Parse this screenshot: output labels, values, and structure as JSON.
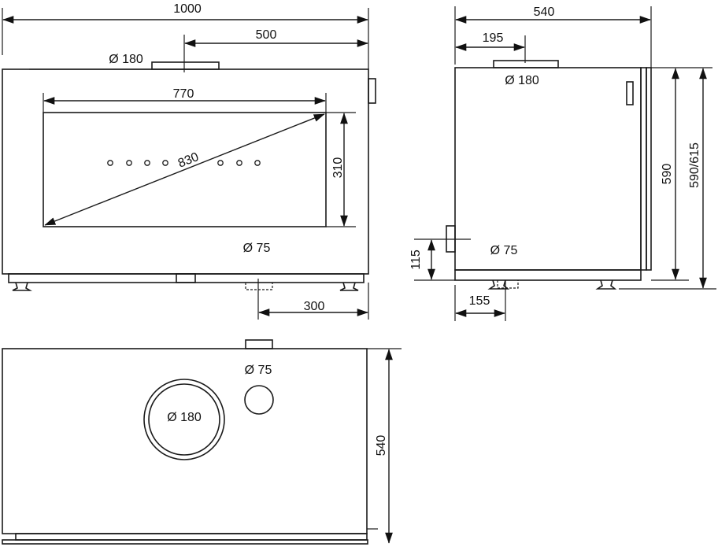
{
  "front_view": {
    "overall_width": "1000",
    "flue_offset": "500",
    "flue_diameter": "Ø 180",
    "glass_width": "770",
    "glass_diagonal": "830",
    "glass_height": "310",
    "air_inlet_diameter": "Ø 75",
    "air_inlet_offset": "300"
  },
  "side_view": {
    "depth": "540",
    "flue_offset": "195",
    "flue_diameter": "Ø 180",
    "body_height": "590",
    "total_height": "590/615",
    "air_inlet_height": "115",
    "air_inlet_diameter": "Ø 75",
    "air_inlet_offset": "155"
  },
  "top_view": {
    "depth": "540",
    "flue_diameter": "Ø 180",
    "air_inlet_diameter": "Ø 75"
  }
}
